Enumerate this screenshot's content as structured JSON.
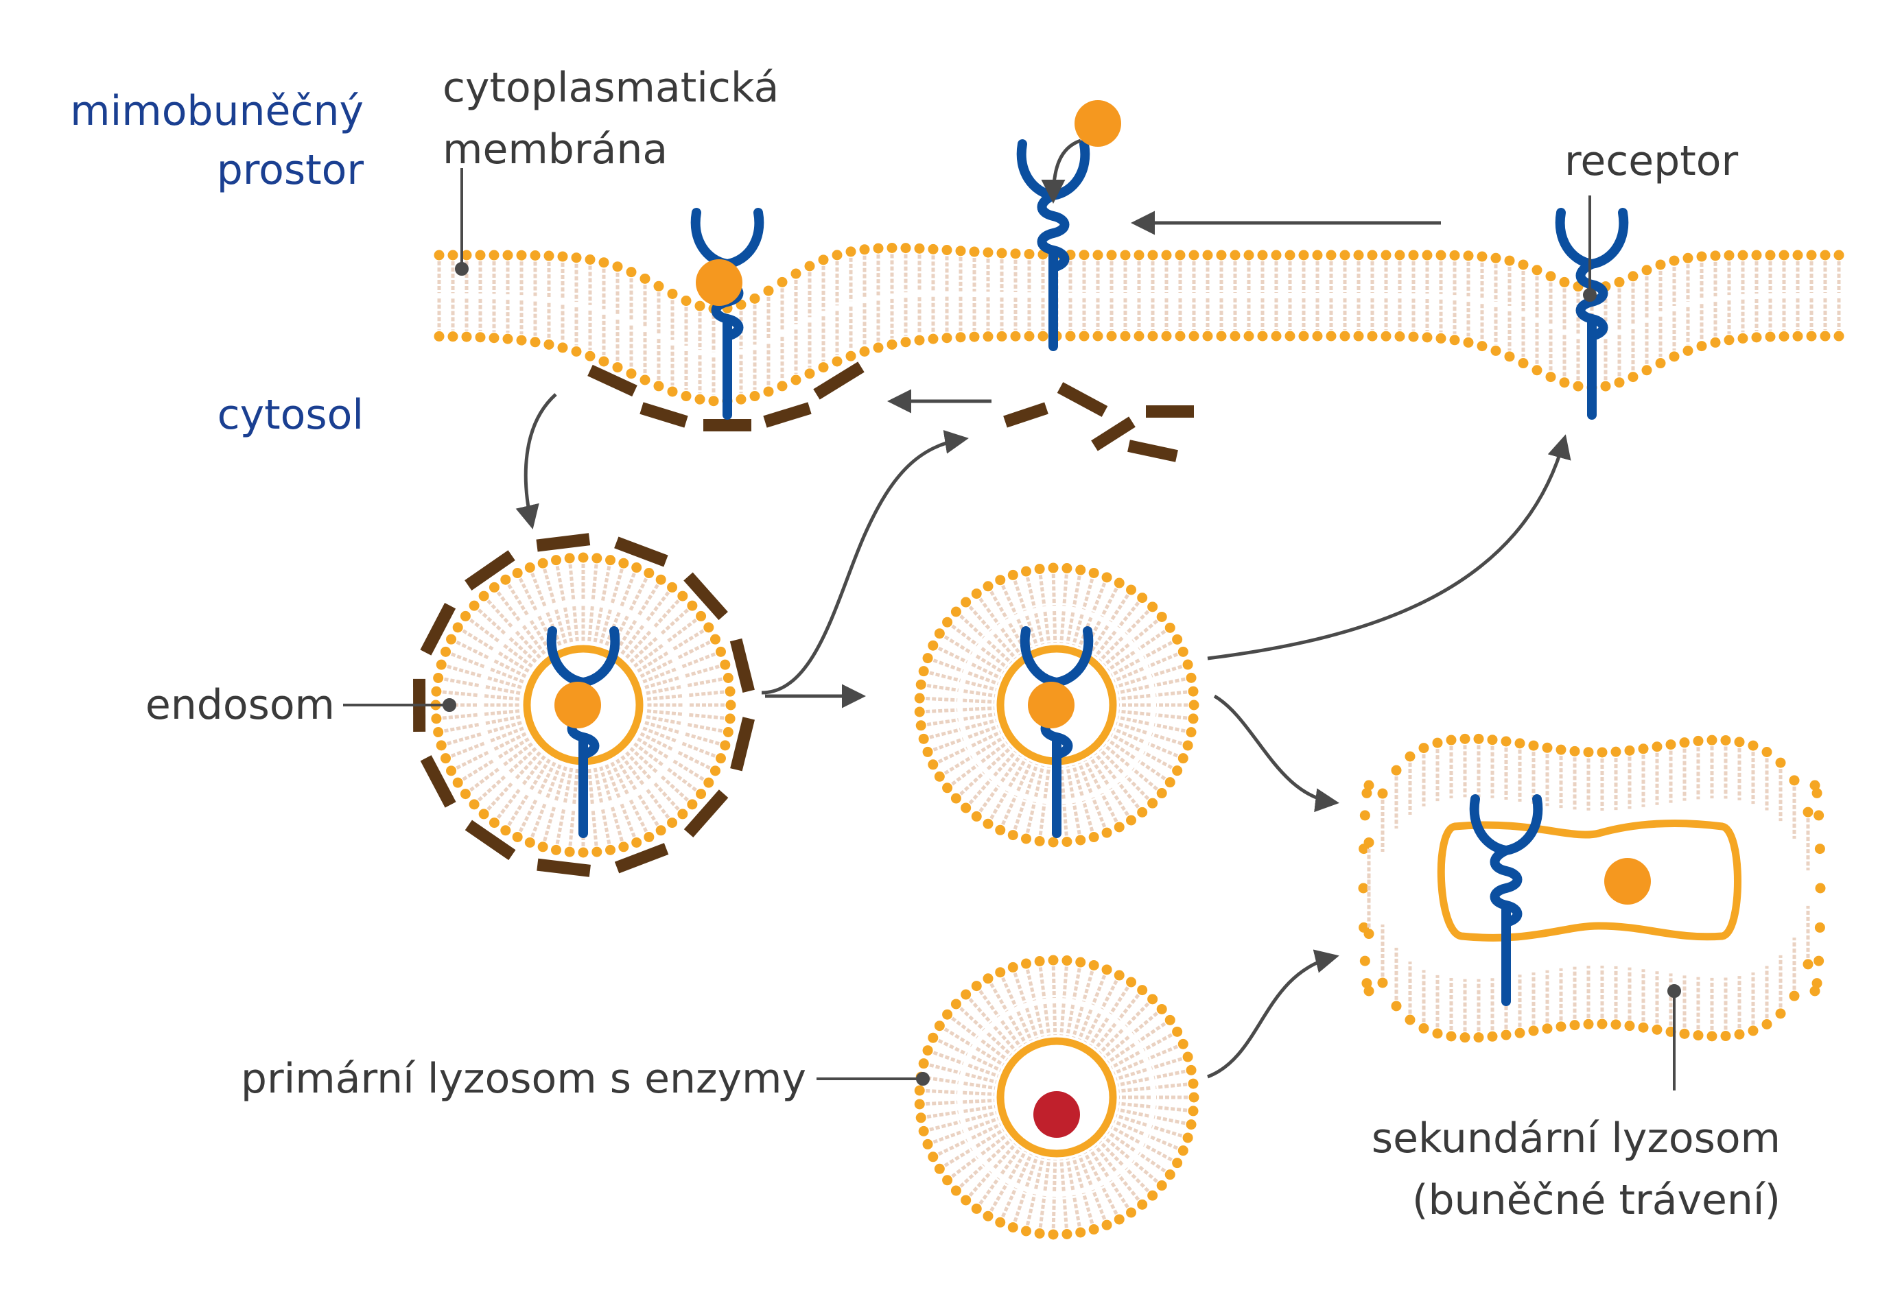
{
  "labels": {
    "extracellular_line1": "mimobuněčný",
    "extracellular_line2": "prostor",
    "membrane_line1": "cytoplasmatická",
    "membrane_line2": "membrána",
    "cytosol": "cytosol",
    "receptor": "receptor",
    "endosome": "endosom",
    "primary_lysosome": "primární lyzosom s enzymy",
    "secondary_lysosome_line1": "sekundární lyzosom",
    "secondary_lysosome_line2": "(buněčné trávení)"
  },
  "colors": {
    "lipid_head": "#f5a623",
    "lipid_tail": "#ead2c2",
    "receptor": "#0b4fa0",
    "ligand": "#f5981f",
    "clathrin": "#5a3614",
    "enzyme": "#c0202c",
    "label_blue": "#1a3f91",
    "label_dark": "#3a3a3a",
    "arrow": "#4a4a4a"
  }
}
